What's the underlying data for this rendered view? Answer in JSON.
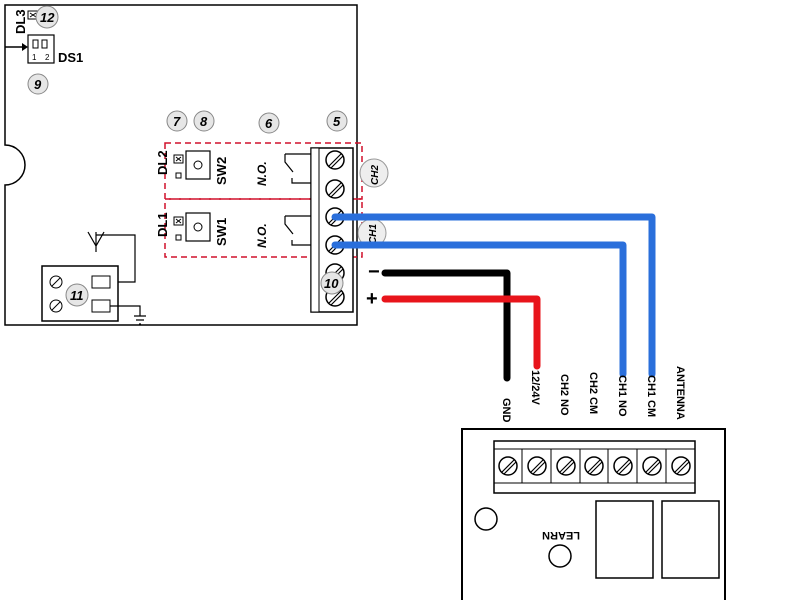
{
  "board": {
    "dl3": "DL3",
    "ds1": "DS1",
    "dl2": "DL2",
    "dl1": "DL1",
    "sw1": "SW1",
    "sw2": "SW2",
    "no_top": "N.O.",
    "no_bottom": "N.O.",
    "ch1": "CH1",
    "ch2": "CH2",
    "callouts": [
      "5",
      "6",
      "7",
      "8",
      "9",
      "10",
      "11",
      "12"
    ],
    "minus": "−",
    "plus": "+",
    "ds1_switch_nums": [
      "1",
      "2"
    ]
  },
  "receiver": {
    "terminals": [
      "GND",
      "12/24V",
      "CH2 NO",
      "CH2 CM",
      "CH1 NO",
      "CH1 CM",
      "ANTENNA"
    ],
    "learn": "LEARN"
  },
  "colors": {
    "ch_wire": "#2a6fdb",
    "power_neg": "#000000",
    "power_pos": "#e8141b",
    "zone_outline": "#d0102b"
  }
}
